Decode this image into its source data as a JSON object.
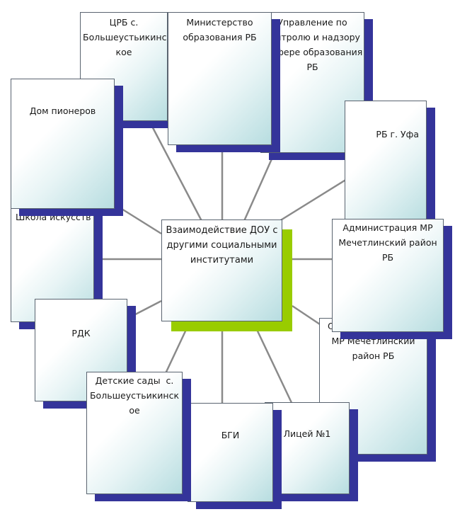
{
  "center": {
    "lines": [
      "Взаимодействие ДОУ с",
      "другими социальными",
      "институтами"
    ]
  },
  "nodes": [
    {
      "id": "crb",
      "lines": [
        "ЦРБ с.",
        "Большеустьикинск",
        "кое"
      ]
    },
    {
      "id": "upravlenie",
      "lines": [
        "Управление по",
        "контролю и надзору",
        "в сфере образования",
        "РБ"
      ]
    },
    {
      "id": "ministerstvo",
      "lines": [
        "Министерство",
        "образования РБ"
      ]
    },
    {
      "id": "dom-pionerov",
      "lines": [
        "Дом пионеров"
      ]
    },
    {
      "id": "ufa",
      "lines": [
        "РБ г. Уфа"
      ]
    },
    {
      "id": "shkola-iskusstv",
      "lines": [
        "Школа искусств"
      ]
    },
    {
      "id": "administratsiya",
      "lines": [
        "Администрация МР",
        "Мечетлинский район",
        "РБ"
      ]
    },
    {
      "id": "mr-mechetlinsky",
      "lines": [
        "О",
        "МР Мечетлинский",
        "район РБ"
      ]
    },
    {
      "id": "rdk",
      "lines": [
        "РДК"
      ]
    },
    {
      "id": "detskie-sady",
      "lines": [
        "Детские сады  с.",
        "Большеустьикинск",
        "ое"
      ]
    },
    {
      "id": "bgi",
      "lines": [
        "БГИ"
      ]
    },
    {
      "id": "litsey",
      "lines": [
        "Лицей №1"
      ]
    }
  ]
}
